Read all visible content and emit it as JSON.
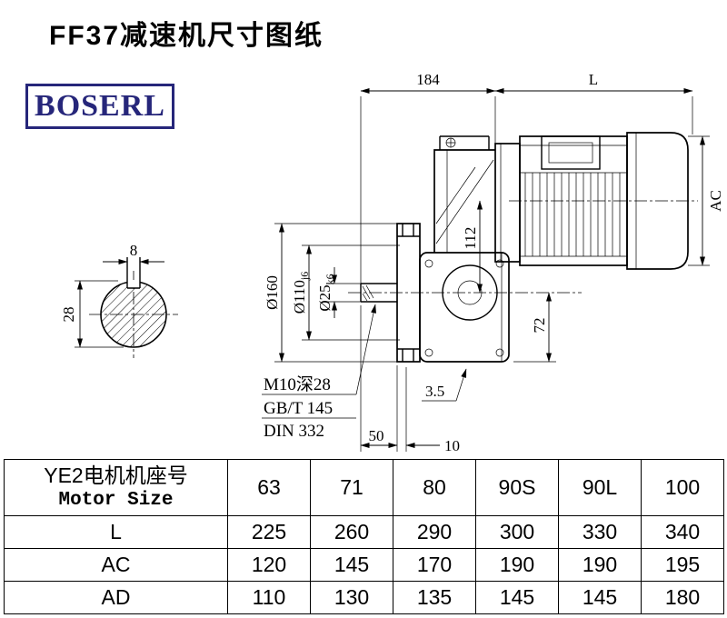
{
  "page": {
    "title": "FF37减速机尺寸图纸"
  },
  "logo": {
    "text": "BOSERL"
  },
  "drawing": {
    "dim_184": "184",
    "dim_L": "L",
    "dim_AC": "AC",
    "dim_8": "8",
    "dim_28": "28",
    "dim_d160": "Ø160",
    "dim_d110": "Ø110",
    "dim_d110_tol": "j6",
    "dim_d25": "Ø25",
    "dim_d25_tol": "k6",
    "dim_112": "112",
    "dim_72": "72",
    "dim_35": "3.5",
    "dim_50": "50",
    "dim_10": "10",
    "note_thread": "M10深28",
    "note_gb": "GB/T 145",
    "note_din": "DIN 332"
  },
  "table": {
    "header_cn": "YE2电机机座号",
    "header_en": "Motor Size",
    "sizes": [
      "63",
      "71",
      "80",
      "90S",
      "90L",
      "100"
    ],
    "rows": [
      {
        "label": "L",
        "values": [
          "225",
          "260",
          "290",
          "300",
          "330",
          "340"
        ]
      },
      {
        "label": "AC",
        "values": [
          "120",
          "145",
          "170",
          "190",
          "190",
          "195"
        ]
      },
      {
        "label": "AD",
        "values": [
          "110",
          "130",
          "135",
          "145",
          "145",
          "180"
        ]
      }
    ]
  }
}
